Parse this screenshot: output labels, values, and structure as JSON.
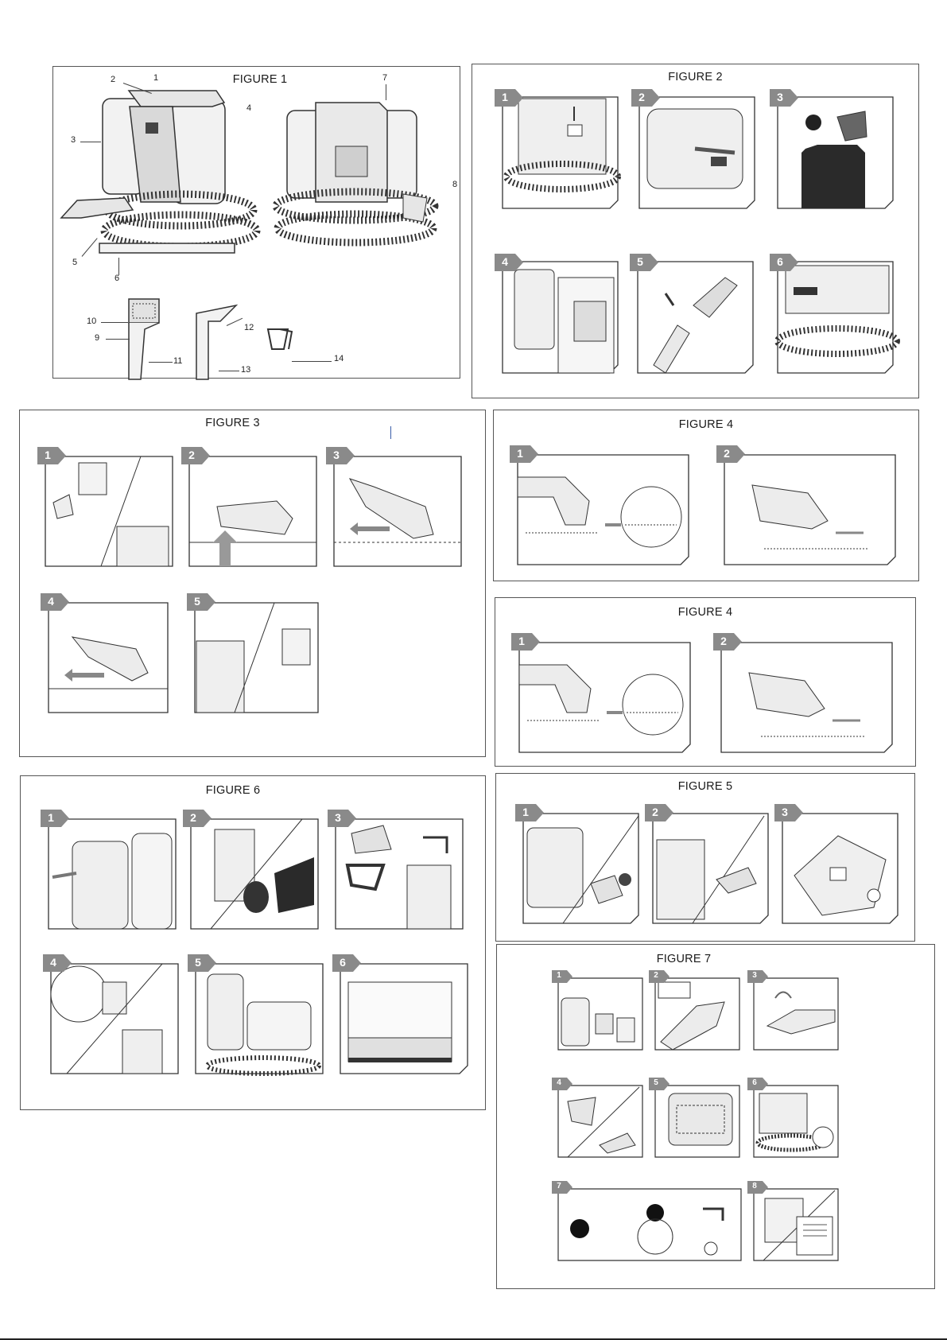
{
  "figure1": {
    "title": "FIGURE 1",
    "callouts": [
      "1",
      "2",
      "3",
      "4",
      "5",
      "6",
      "7",
      "8",
      "9",
      "10",
      "11",
      "12",
      "13",
      "14"
    ]
  },
  "figure2": {
    "title": "FIGURE 2",
    "steps": [
      "1",
      "2",
      "3",
      "4",
      "5",
      "6"
    ]
  },
  "figure3": {
    "title": "FIGURE 3",
    "steps": [
      "1",
      "2",
      "3",
      "4",
      "5"
    ]
  },
  "figure4a": {
    "title": "FIGURE 4",
    "steps": [
      "1",
      "2"
    ]
  },
  "figure4b": {
    "title": "FIGURE 4",
    "steps": [
      "1",
      "2"
    ]
  },
  "figure5": {
    "title": "FIGURE 5",
    "steps": [
      "1",
      "2",
      "3"
    ]
  },
  "figure6": {
    "title": "FIGURE 6",
    "steps": [
      "1",
      "2",
      "3",
      "4",
      "5",
      "6"
    ]
  },
  "figure7": {
    "title": "FIGURE 7",
    "steps": [
      "1",
      "2",
      "3",
      "4",
      "5",
      "6",
      "7",
      "8"
    ]
  },
  "colors": {
    "badge": "#8a8a8a",
    "line": "#333333",
    "fill_light": "#ececec",
    "fill_dark": "#2a2a2a"
  }
}
